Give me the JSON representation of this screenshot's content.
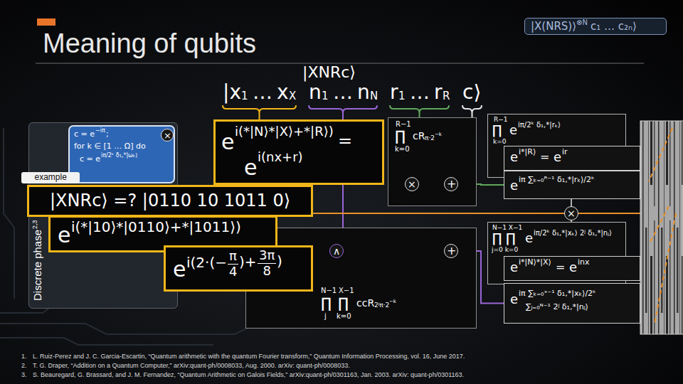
{
  "diagram": {
    "title": "Meaning of qubits",
    "nodes": [
      {
        "text": [
          "|X(NRS)⟩",
          "⊗N",
          "c₁ … c₂ₙ⟩"
        ]
      },
      {
        "text": [
          "Discrete phase",
          "2,3"
        ]
      },
      {
        "text": [
          "c = e",
          "−iπ",
          ";",
          "for k ∈ [1 … Ω] do",
          "c = e",
          "iπ/2ᵏ δ₁,*|ωₖ⟩"
        ],
        "in": 1
      },
      {
        "text": [
          "×"
        ],
        "in": 2
      },
      {
        "text": [
          "example"
        ]
      },
      {
        "text": [
          "e",
          "i(*|N⟩*|X⟩+*|R⟩)",
          "=",
          "e",
          "i(nx+r)"
        ]
      },
      {
        "text": [
          "|XNRc⟩ =? |0110 10 1011 0⟩"
        ]
      },
      {
        "text": [
          "e",
          "i(*|10⟩*|0110⟩+*|1011⟩)"
        ]
      },
      {
        "text": [
          "e",
          "i(2·(−",
          "π",
          "4",
          ")+",
          "3π",
          "8",
          ")"
        ]
      },
      {
        "text": [
          "R−1",
          "∏",
          "k=0",
          "cR",
          "π·2",
          "−k"
        ]
      },
      {
        "text": [
          "N−1",
          "X−1",
          "∏",
          "∏",
          "j",
          "k=0",
          "ccR",
          "2ʲπ·2",
          "−k"
        ]
      },
      {
        "text": [
          "×"
        ],
        "in": 9
      },
      {
        "text": [
          "+"
        ],
        "in": 9
      },
      {
        "text": [
          "∧"
        ],
        "in": 10
      },
      {
        "text": [
          "+"
        ],
        "in": 10
      },
      {
        "text": [
          "×"
        ]
      },
      {
        "text": [
          "R−1",
          "∏",
          "k=0",
          "e",
          "iπ/2ᵏ δ₁,*|rₖ⟩"
        ]
      },
      {
        "text": [
          "e",
          "i*|R⟩",
          "=",
          "e",
          "ir"
        ]
      },
      {
        "text": [
          "e",
          "iπ ∑ₖ₌₀ᴿ⁻¹ δ₁,*|rₖ⟩/2ᵏ"
        ]
      },
      {
        "text": [
          "N−1 X−1",
          "∏ ∏",
          "j=0 k=0",
          "e",
          "iπ/2ᵏ δ₁,*|xₖ⟩ 2ʲ δ₁,*|nⱼ⟩"
        ]
      },
      {
        "text": [
          "e",
          "i*|N⟩*|X⟩",
          "=",
          "e",
          "inx"
        ]
      },
      {
        "text": [
          "e",
          "iπ ∑ₖ₌₀ˣ⁻¹ δ₁,*|xₖ⟩/2ᵏ",
          "∑ⱼ₌₀ᴺ⁻¹ 2ʲ δ₁,*|nⱼ⟩"
        ]
      }
    ],
    "edges": [
      {
        "from": 11,
        "to": 12,
        "arrow": "none"
      },
      {
        "from": 12,
        "to": 18,
        "arrow": "none"
      },
      {
        "from": 13,
        "to": 14,
        "arrow": "none"
      },
      {
        "from": 14,
        "to": 21,
        "arrow": "none"
      }
    ],
    "labels": [
      "|XNRc⟩",
      "|x",
      "1",
      "…",
      "x",
      "X",
      "n",
      "1",
      "…",
      "n",
      "N",
      "r",
      "1",
      "…",
      "r",
      "R",
      "c⟩",
      "1.",
      "L. Ruiz-Perez and J. C. Garcia-Escartin, “Quantum arithmetic with the quantum Fourier transform,” Quantum Information Processing, vol. 16, June 2017.",
      "2.",
      "T. G. Draper, “Addition on a Quantum Computer,” arXiv:quant-ph/0008033, Aug. 2000. arXiv: quant-ph/0008033.",
      "3.",
      "S. Beauregard, G. Brassard, and J. M. Fernandez, “Quantum Arithmetic on Galois Fields,” arXiv:quant-ph/0301163, Jan. 2003. arXiv: quant-ph/0301163."
    ]
  }
}
